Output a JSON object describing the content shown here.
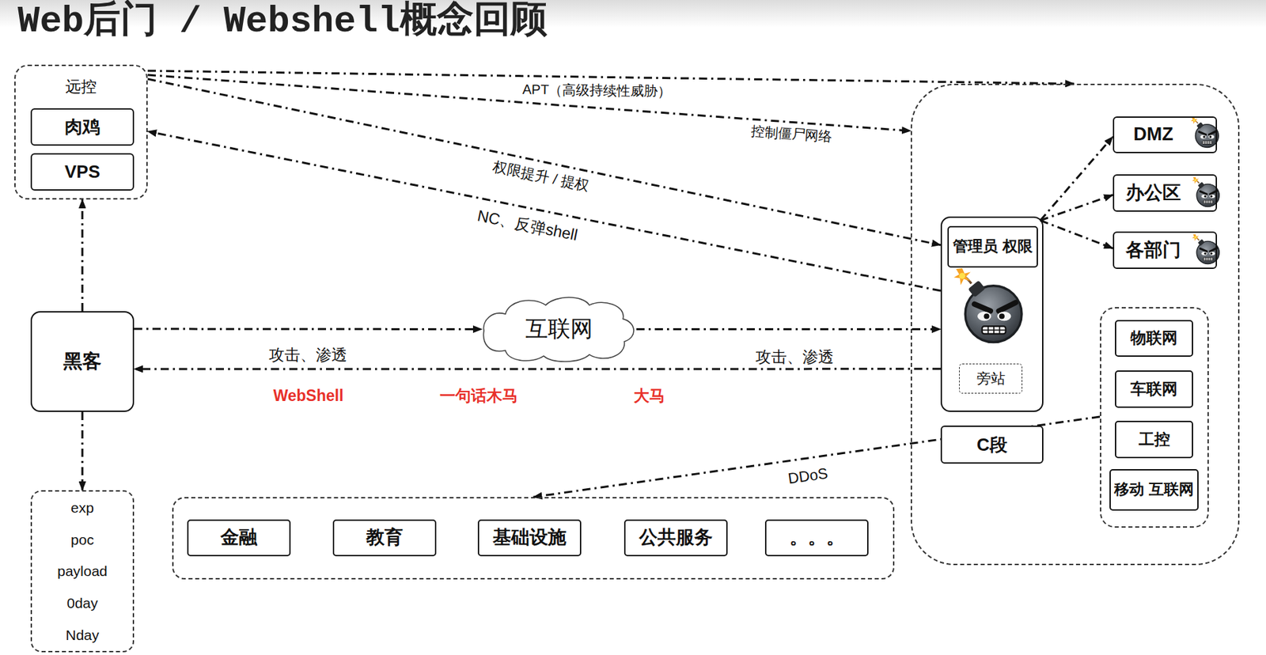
{
  "diagram": {
    "title": "Web后门 / Webshell概念回顾",
    "nodes": [
      {
        "text": [
          "远控"
        ]
      },
      {
        "text": [
          "肉鸡"
        ],
        "in": 0
      },
      {
        "text": [
          "VPS"
        ],
        "in": 0
      },
      {
        "text": []
      },
      {
        "text": [
          "DMZ"
        ],
        "in": 3
      },
      {
        "text": [
          "办公区"
        ],
        "in": 3
      },
      {
        "text": [
          "各部门"
        ],
        "in": 3
      },
      {
        "text": [],
        "in": 3
      },
      {
        "text": [
          "管理员 权限"
        ],
        "in": 7
      },
      {
        "text": [
          "旁站"
        ],
        "in": 7
      },
      {
        "text": [
          "黑客"
        ]
      },
      {
        "text": [
          "互联网"
        ]
      },
      {
        "text": [],
        "in": 3
      },
      {
        "text": [
          "物联网"
        ],
        "in": 12
      },
      {
        "text": [
          "车联网"
        ],
        "in": 12
      },
      {
        "text": [
          "工控"
        ],
        "in": 12
      },
      {
        "text": [
          "移动 互联网"
        ],
        "in": 12
      },
      {
        "text": [
          "C段"
        ],
        "in": 3
      },
      {
        "text": [
          "exp",
          "poc",
          "payload",
          "0day",
          "Nday"
        ]
      },
      {
        "text": []
      },
      {
        "text": [
          "金融"
        ],
        "in": 19
      },
      {
        "text": [
          "教育"
        ],
        "in": 19
      },
      {
        "text": [
          "基础设施"
        ],
        "in": 19
      },
      {
        "text": [
          "公共服务"
        ],
        "in": 19
      },
      {
        "text": [
          "。。。"
        ],
        "in": 19
      }
    ],
    "edges": [
      {
        "from": 0,
        "to": 3,
        "arrow": "to",
        "label": "APT（高级持续性威胁）"
      },
      {
        "from": 0,
        "to": 3,
        "arrow": "to",
        "label": "控制僵尸网络"
      },
      {
        "from": 0,
        "to": 7,
        "arrow": "to",
        "label": "权限提升 / 提权"
      },
      {
        "from": 7,
        "to": 0,
        "arrow": "to",
        "label": "NC、反弹shell"
      },
      {
        "from": 10,
        "to": 0,
        "arrow": "to"
      },
      {
        "from": 10,
        "to": 18,
        "arrow": "to"
      },
      {
        "from": 10,
        "to": 11,
        "arrow": "to",
        "label": "攻击、渗透"
      },
      {
        "from": 11,
        "to": 7,
        "arrow": "to",
        "label": "攻击、渗透"
      },
      {
        "from": 7,
        "to": 10,
        "arrow": "to"
      },
      {
        "from": 7,
        "to": 4,
        "arrow": "to"
      },
      {
        "from": 7,
        "to": 5,
        "arrow": "to"
      },
      {
        "from": 7,
        "to": 6,
        "arrow": "to"
      },
      {
        "from": 12,
        "to": 19,
        "arrow": "to",
        "label": "DDoS"
      }
    ],
    "labels": [
      "WebShell",
      "一句话木马",
      "大马"
    ]
  }
}
